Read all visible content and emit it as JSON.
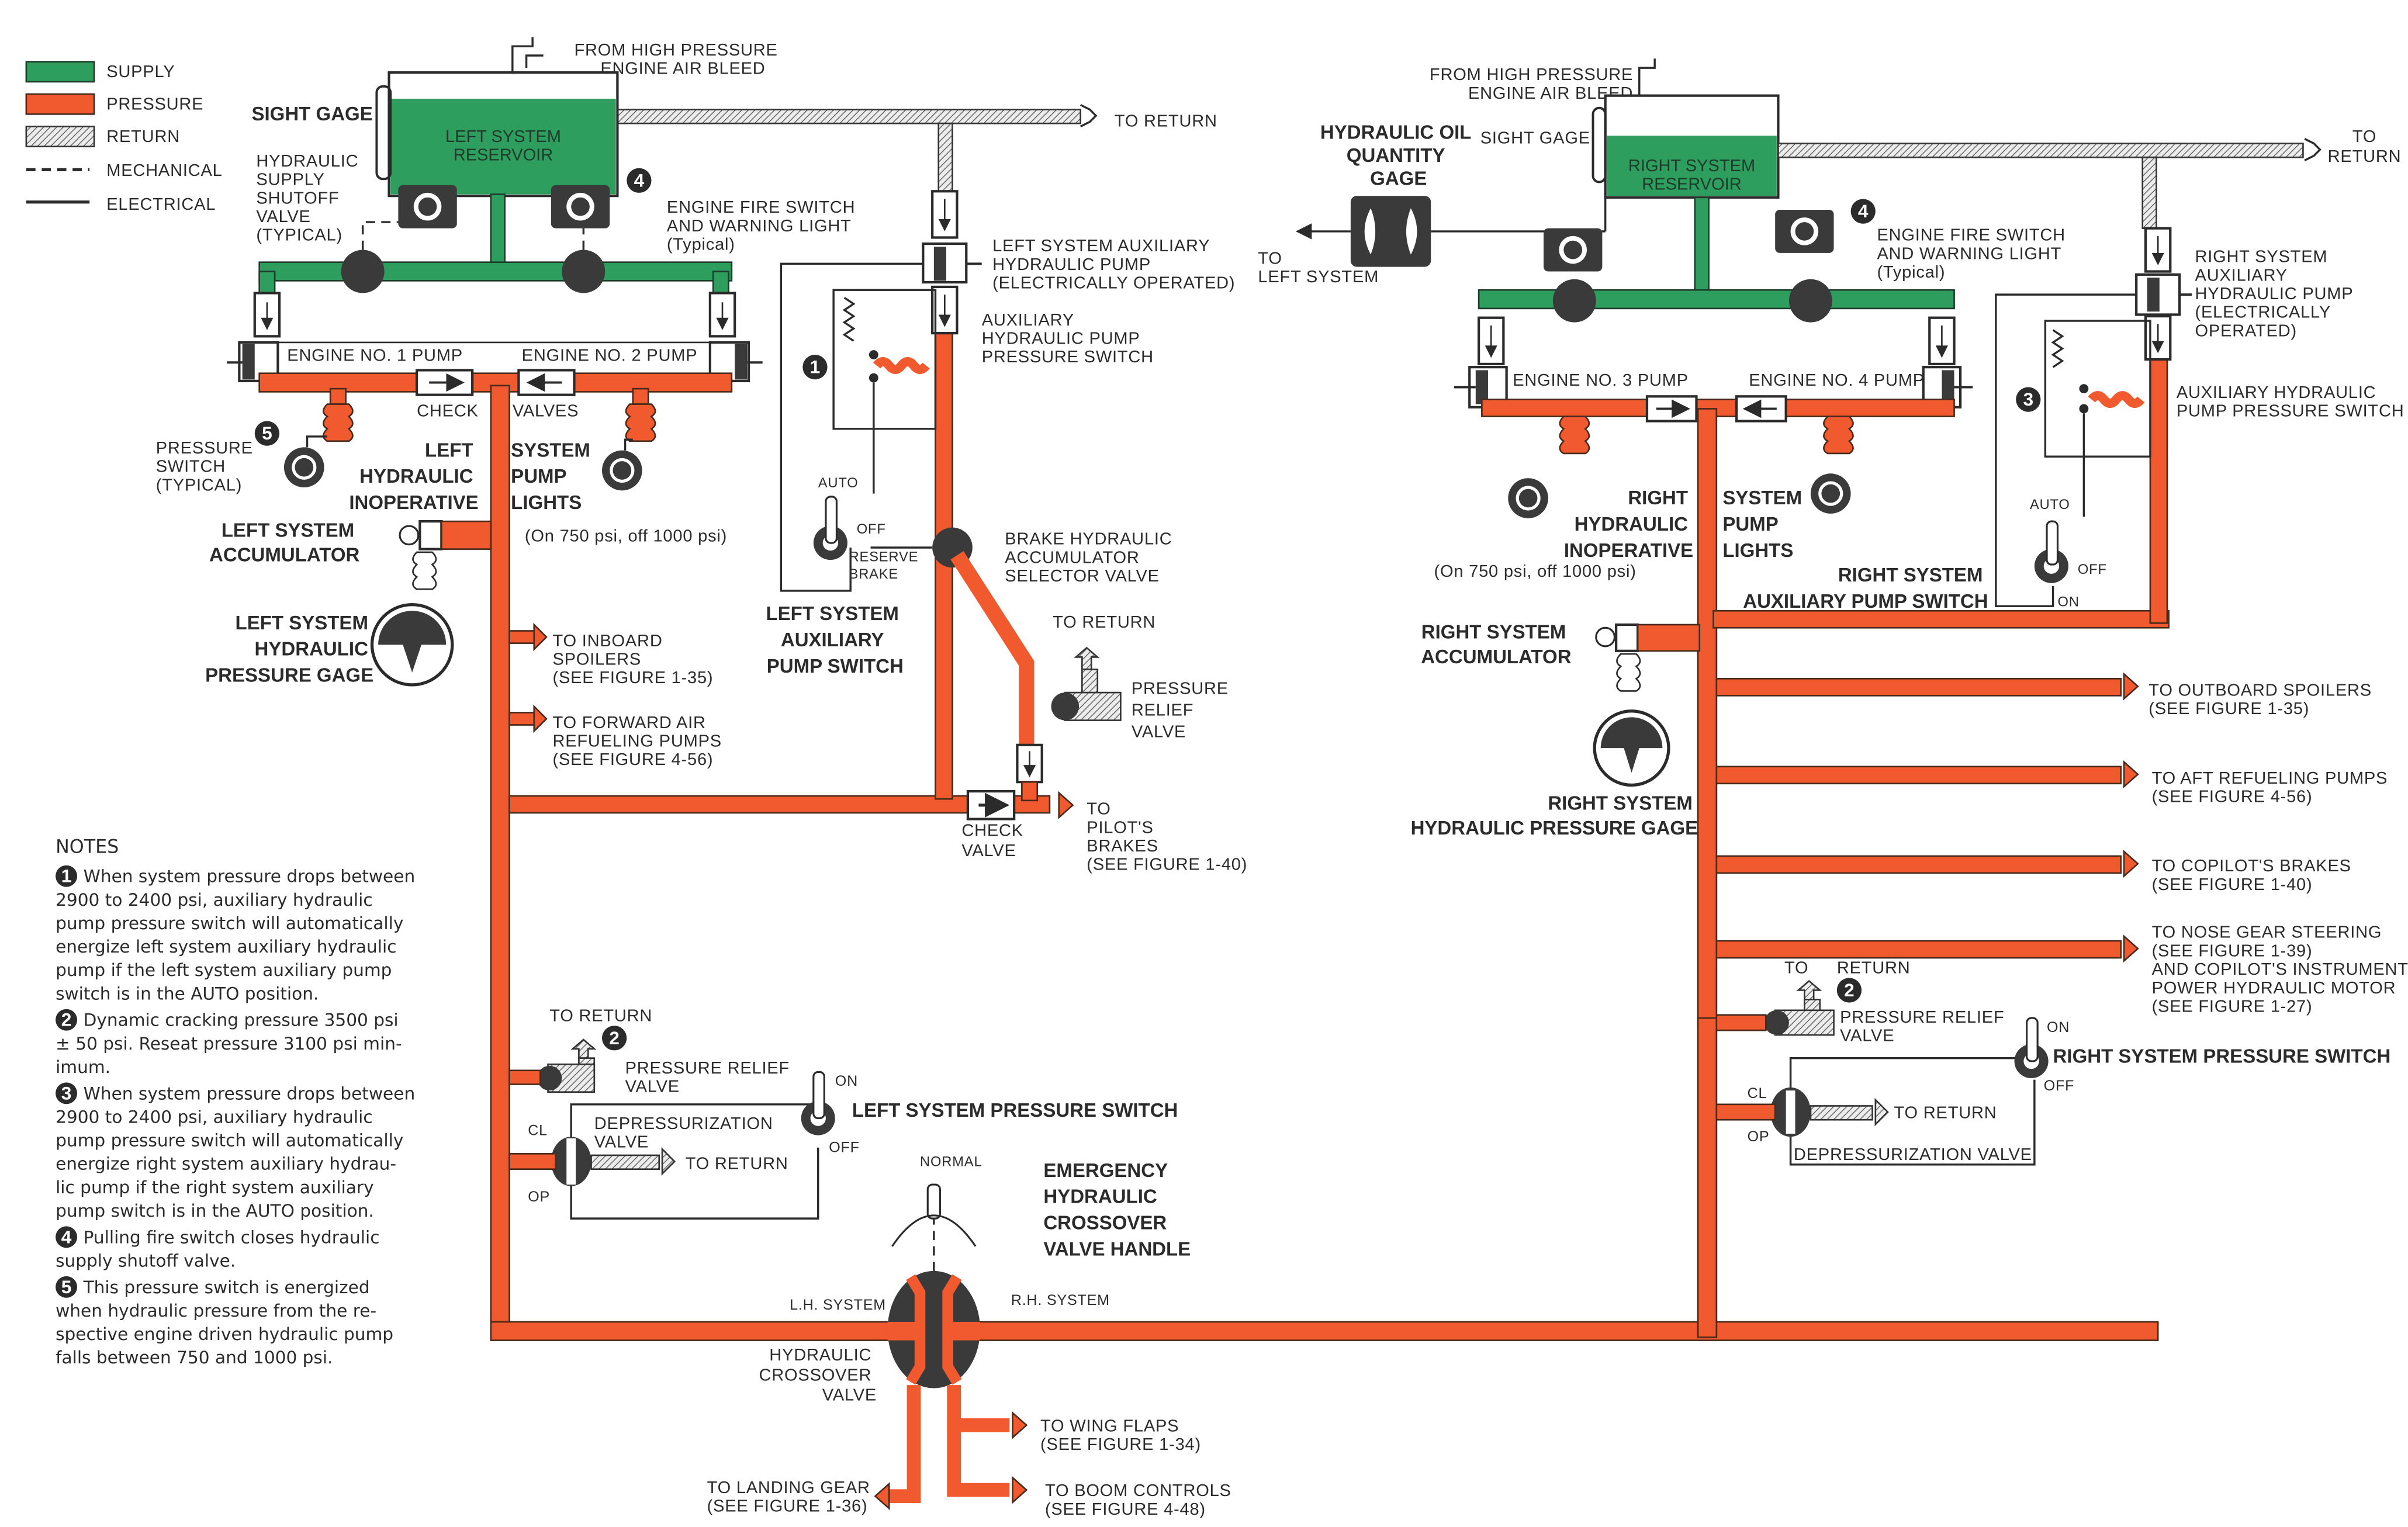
{
  "colors": {
    "supply": "#2e9e5e",
    "pressure": "#f05a2e",
    "return_hatch": "#555555",
    "component_dark": "#3a3a3a"
  },
  "legend": [
    {
      "key": "supply",
      "label": "SUPPLY"
    },
    {
      "key": "pressure",
      "label": "PRESSURE"
    },
    {
      "key": "return",
      "label": "RETURN"
    },
    {
      "key": "mechanical",
      "label": "MECHANICAL"
    },
    {
      "key": "electrical",
      "label": "ELECTRICAL"
    }
  ],
  "left": {
    "sight_gage": "SIGHT GAGE",
    "reservoir": [
      "LEFT SYSTEM",
      "RESERVOIR"
    ],
    "air_bleed": [
      "FROM HIGH PRESSURE",
      "ENGINE AIR BLEED"
    ],
    "to_return_top": "TO RETURN",
    "shutoff_valve": [
      "HYDRAULIC",
      "SUPPLY",
      "SHUTOFF",
      "VALVE",
      "(TYPICAL)"
    ],
    "fire_switch": [
      "ENGINE FIRE SWITCH",
      "AND WARNING LIGHT",
      "(Typical)"
    ],
    "pump1": "ENGINE NO. 1 PUMP",
    "pump2": "ENGINE NO. 2 PUMP",
    "check": "CHECK",
    "valves": "VALVES",
    "pressure_switch": [
      "PRESSURE",
      "SWITCH",
      "(TYPICAL)"
    ],
    "inop": [
      "LEFT",
      "HYDRAULIC",
      "INOPERATIVE"
    ],
    "pump_lights": [
      "SYSTEM",
      "PUMP",
      "LIGHTS"
    ],
    "psi_note": "(On 750 psi, off 1000 psi)",
    "accumulator": [
      "LEFT SYSTEM",
      "ACCUMULATOR"
    ],
    "pressure_gage": [
      "LEFT SYSTEM",
      "HYDRAULIC",
      "PRESSURE GAGE"
    ],
    "aux_pump": [
      "LEFT SYSTEM AUXILIARY",
      "HYDRAULIC PUMP",
      "(ELECTRICALLY OPERATED)"
    ],
    "aux_pressure_switch": [
      "AUXILIARY",
      "HYDRAULIC PUMP",
      "PRESSURE SWITCH"
    ],
    "aux_switch_positions": {
      "auto": "AUTO",
      "off": "OFF",
      "reserve": [
        "RESERVE",
        "BRAKE"
      ]
    },
    "aux_pump_switch": [
      "LEFT SYSTEM",
      "AUXILIARY",
      "PUMP SWITCH"
    ],
    "brake_selector": [
      "BRAKE HYDRAULIC",
      "ACCUMULATOR",
      "SELECTOR VALVE"
    ],
    "brake_to_return": "TO RETURN",
    "brake_relief": [
      "PRESSURE",
      "RELIEF",
      "VALVE"
    ],
    "brake_check": [
      "CHECK",
      "VALVE"
    ],
    "pilot_brakes": [
      "TO",
      "PILOT'S",
      "BRAKES",
      "(SEE FIGURE 1-40)"
    ],
    "inboard_spoilers": [
      "TO INBOARD",
      "SPOILERS",
      "(SEE FIGURE 1-35)"
    ],
    "fwd_refuel": [
      "TO FORWARD AIR",
      "REFUELING PUMPS",
      "(SEE FIGURE 4-56)"
    ],
    "relief_to_return": "TO RETURN",
    "relief_valve": [
      "PRESSURE RELIEF",
      "VALVE"
    ],
    "depress_valve": [
      "DEPRESSURIZATION",
      "VALVE"
    ],
    "depress_to_return": "TO RETURN",
    "cl": "CL",
    "op": "OP",
    "pressure_switch_main": "LEFT SYSTEM PRESSURE SWITCH",
    "on": "ON",
    "off": "OFF"
  },
  "center": {
    "oil_gage": [
      "HYDRAULIC OIL",
      "QUANTITY",
      "GAGE"
    ],
    "to_left_system": [
      "TO",
      "LEFT SYSTEM"
    ],
    "normal": "NORMAL",
    "crossover_handle": [
      "EMERGENCY",
      "HYDRAULIC",
      "CROSSOVER",
      "VALVE HANDLE"
    ],
    "lh_system": "L.H. SYSTEM",
    "rh_system": "R.H. SYSTEM",
    "crossover_valve": [
      "HYDRAULIC",
      "CROSSOVER",
      "VALVE"
    ],
    "landing_gear": [
      "TO LANDING GEAR",
      "(SEE FIGURE 1-36)"
    ],
    "wing_flaps": [
      "TO WING FLAPS",
      "(SEE FIGURE 1-34)"
    ],
    "boom_controls": [
      "TO BOOM CONTROLS",
      "(SEE FIGURE 4-48)"
    ]
  },
  "right": {
    "air_bleed": [
      "FROM HIGH PRESSURE",
      "ENGINE AIR BLEED"
    ],
    "sight_gage": "SIGHT GAGE",
    "reservoir": [
      "RIGHT SYSTEM",
      "RESERVOIR"
    ],
    "to_return_top": [
      "TO",
      "RETURN"
    ],
    "fire_switch": [
      "ENGINE FIRE SWITCH",
      "AND WARNING LIGHT",
      "(Typical)"
    ],
    "pump3": "ENGINE NO. 3 PUMP",
    "pump4": "ENGINE NO. 4 PUMP",
    "inop": [
      "RIGHT",
      "HYDRAULIC",
      "INOPERATIVE"
    ],
    "pump_lights": [
      "SYSTEM",
      "PUMP",
      "LIGHTS"
    ],
    "psi_note": "(On 750 psi, off 1000 psi)",
    "aux_pump": [
      "RIGHT SYSTEM",
      "AUXILIARY",
      "HYDRAULIC PUMP",
      "(ELECTRICALLY",
      "OPERATED)"
    ],
    "aux_pressure_switch": [
      "AUXILIARY HYDRAULIC",
      "PUMP PRESSURE SWITCH"
    ],
    "aux_switch_positions": {
      "auto": "AUTO",
      "off": "OFF",
      "on": "ON"
    },
    "aux_pump_switch": [
      "RIGHT SYSTEM",
      "AUXILIARY PUMP SWITCH"
    ],
    "accumulator": [
      "RIGHT SYSTEM",
      "ACCUMULATOR"
    ],
    "pressure_gage": [
      "RIGHT SYSTEM",
      "HYDRAULIC PRESSURE GAGE"
    ],
    "outboard_spoilers": [
      "TO OUTBOARD SPOILERS",
      "(SEE FIGURE 1-35)"
    ],
    "aft_refuel": [
      "TO AFT REFUELING PUMPS",
      "(SEE FIGURE 4-56)"
    ],
    "copilot_brakes": [
      "TO COPILOT'S BRAKES",
      "(SEE FIGURE 1-40)"
    ],
    "nose_gear": [
      "TO NOSE GEAR STEERING",
      "(SEE FIGURE 1-39)",
      "AND COPILOT'S INSTRUMENT",
      "POWER HYDRAULIC MOTOR",
      "(SEE FIGURE 1-27)"
    ],
    "relief_to": "TO",
    "relief_return": "RETURN",
    "relief_valve": [
      "PRESSURE RELIEF",
      "VALVE"
    ],
    "pressure_switch_main": "RIGHT SYSTEM PRESSURE SWITCH",
    "on": "ON",
    "off": "OFF",
    "cl": "CL",
    "op": "OP",
    "depress_to_return": "TO RETURN",
    "depress_valve": "DEPRESSURIZATION VALVE"
  },
  "notes": {
    "title": "NOTES",
    "items": [
      {
        "num": "1",
        "lines": [
          "When system pressure drops between",
          "2900  to  2400  psi,  auxiliary  hydraulic",
          "pump pressure switch will automatically",
          "energize left system auxiliary hydraulic",
          "pump if the left system auxiliary pump",
          "switch is in the AUTO position."
        ]
      },
      {
        "num": "2",
        "lines": [
          "Dynamic cracking pressure 3500 psi",
          "± 50 psi.  Reseat pressure 3100 psi min-",
          "imum."
        ]
      },
      {
        "num": "3",
        "lines": [
          "When system pressure drops between",
          "2900  to  2400  psi,  auxiliary  hydraulic",
          "pump pressure switch will automatically",
          "energize right system auxiliary hydrau-",
          "lic pump if the right system auxiliary",
          "pump switch is in the AUTO position."
        ]
      },
      {
        "num": "4",
        "lines": [
          "Pulling fire switch closes hydraulic",
          "supply shutoff valve."
        ]
      },
      {
        "num": "5",
        "lines": [
          "This pressure switch is energized",
          "when hydraulic pressure from the re-",
          "spective engine driven hydraulic pump",
          "falls between 750 and 1000 psi."
        ]
      }
    ]
  }
}
